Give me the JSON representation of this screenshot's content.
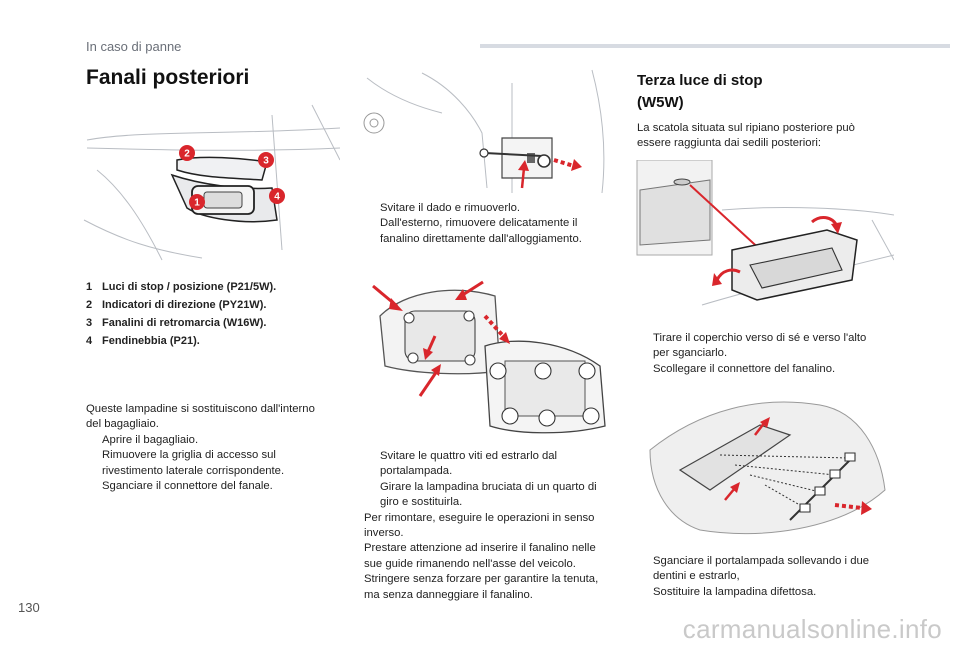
{
  "header": {
    "section": "In caso di panne"
  },
  "page": {
    "number": "130"
  },
  "watermark": "carmanualsonline.info",
  "left": {
    "title": "Fanali posteriori",
    "legend": [
      {
        "num": "1",
        "text": "Luci di stop / posizione (P21/5W)."
      },
      {
        "num": "2",
        "text": "Indicatori di direzione (PY21W)."
      },
      {
        "num": "3",
        "text": "Fanalini di retromarcia (W16W)."
      },
      {
        "num": "4",
        "text": "Fendinebbia (P21)."
      }
    ],
    "callouts": [
      "1",
      "2",
      "3",
      "4"
    ],
    "intro": [
      "Queste lampadine si sostituiscono dall'interno",
      "del bagagliaio."
    ],
    "steps": [
      "Aprire il bagagliaio.",
      [
        "Rimuovere la griglia di accesso sul",
        "rivestimento laterale corrispondente."
      ],
      "Sganciare il connettore del fanale."
    ]
  },
  "middle": {
    "steps_a": [
      "Svitare il dado e rimuoverlo.",
      [
        "Dall'esterno, rimuovere delicatamente il",
        "fanalino direttamente dall'alloggiamento."
      ]
    ],
    "steps_b": [
      [
        "Svitare le quattro viti ed estrarlo dal",
        "portalampada."
      ],
      [
        "Girare la lampadina bruciata di un quarto di",
        "giro e sostituirla."
      ]
    ],
    "para": [
      "Per rimontare, eseguire le operazioni in senso",
      "inverso.",
      "Prestare attenzione ad inserire il fanalino nelle",
      "sue guide rimanendo nell'asse del veicolo.",
      "Stringere senza forzare per garantire la tenuta,",
      "ma senza danneggiare il fanalino."
    ]
  },
  "right": {
    "title_line1": "Terza luce di stop",
    "title_line2": "(W5W)",
    "intro": [
      "La scatola situata sul ripiano posteriore può",
      "essere raggiunta dai sedili posteriori:"
    ],
    "steps_a": [
      [
        "Tirare il coperchio verso di sé e verso l'alto",
        "per sganciarlo."
      ],
      "Scollegare il connettore del fanalino."
    ],
    "steps_b": [
      [
        "Sganciare il portalampada sollevando i due",
        "dentini e estrarlo,"
      ],
      "Sostituire la lampadina difettosa."
    ]
  },
  "bullet_glyph": "",
  "colors": {
    "accent_red": "#d9262c",
    "header_bar": "#d7dbe2",
    "line_gray": "#b8bcc2"
  }
}
